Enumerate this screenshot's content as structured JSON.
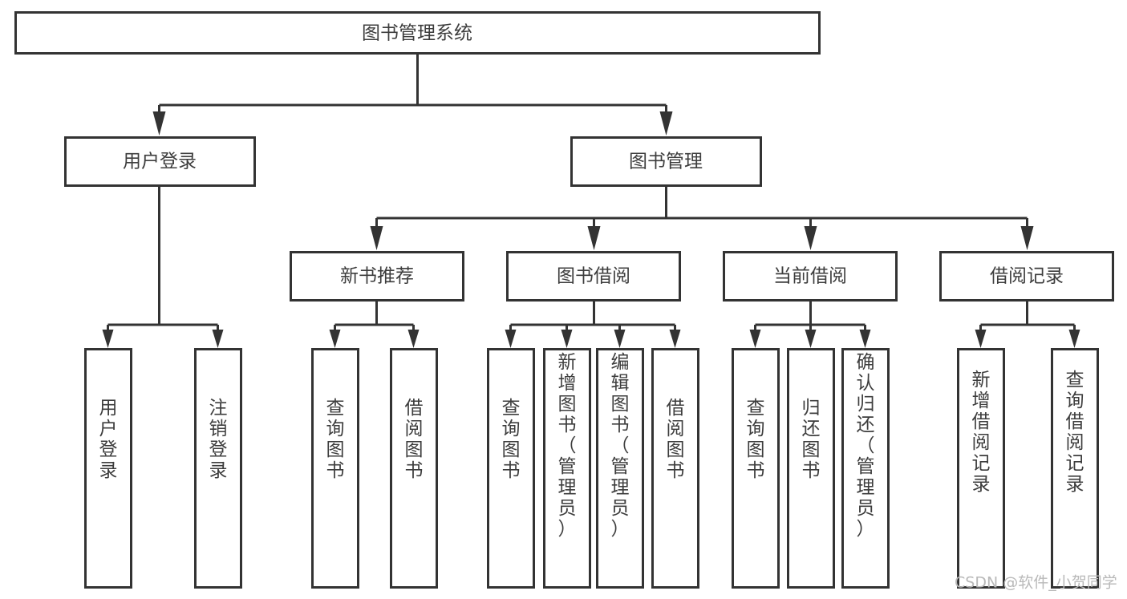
{
  "diagram": {
    "title": "图书管理系统",
    "type": "tree-hierarchy-chart",
    "colors": {
      "box_stroke": "#333333",
      "box_fill": "#ffffff",
      "text": "#3d3d3d",
      "background": "#ffffff",
      "watermark": "#b9b9b9"
    },
    "root": {
      "label": "图书管理系统"
    },
    "level2": [
      {
        "label": "用户登录"
      },
      {
        "label": "图书管理"
      }
    ],
    "level3": [
      {
        "label": "新书推荐"
      },
      {
        "label": "图书借阅"
      },
      {
        "label": "当前借阅"
      },
      {
        "label": "借阅记录"
      }
    ],
    "leaves": {
      "user_login": [
        {
          "label": "用户登录"
        },
        {
          "label": "注销登录"
        }
      ],
      "new_book_recommend": [
        {
          "label": "查询图书"
        },
        {
          "label": "借阅图书"
        }
      ],
      "book_borrow": [
        {
          "label": "查询图书"
        },
        {
          "label": "新增图书（管理员）"
        },
        {
          "label": "编辑图书（管理员）"
        },
        {
          "label": "借阅图书"
        }
      ],
      "current_borrow": [
        {
          "label": "查询图书"
        },
        {
          "label": "归还图书"
        },
        {
          "label": "确认归还（管理员）"
        }
      ],
      "borrow_record": [
        {
          "label": "新增借阅记录"
        },
        {
          "label": "查询借阅记录"
        }
      ]
    }
  },
  "watermark": {
    "text": "CSDN @软件_小贺同学"
  }
}
